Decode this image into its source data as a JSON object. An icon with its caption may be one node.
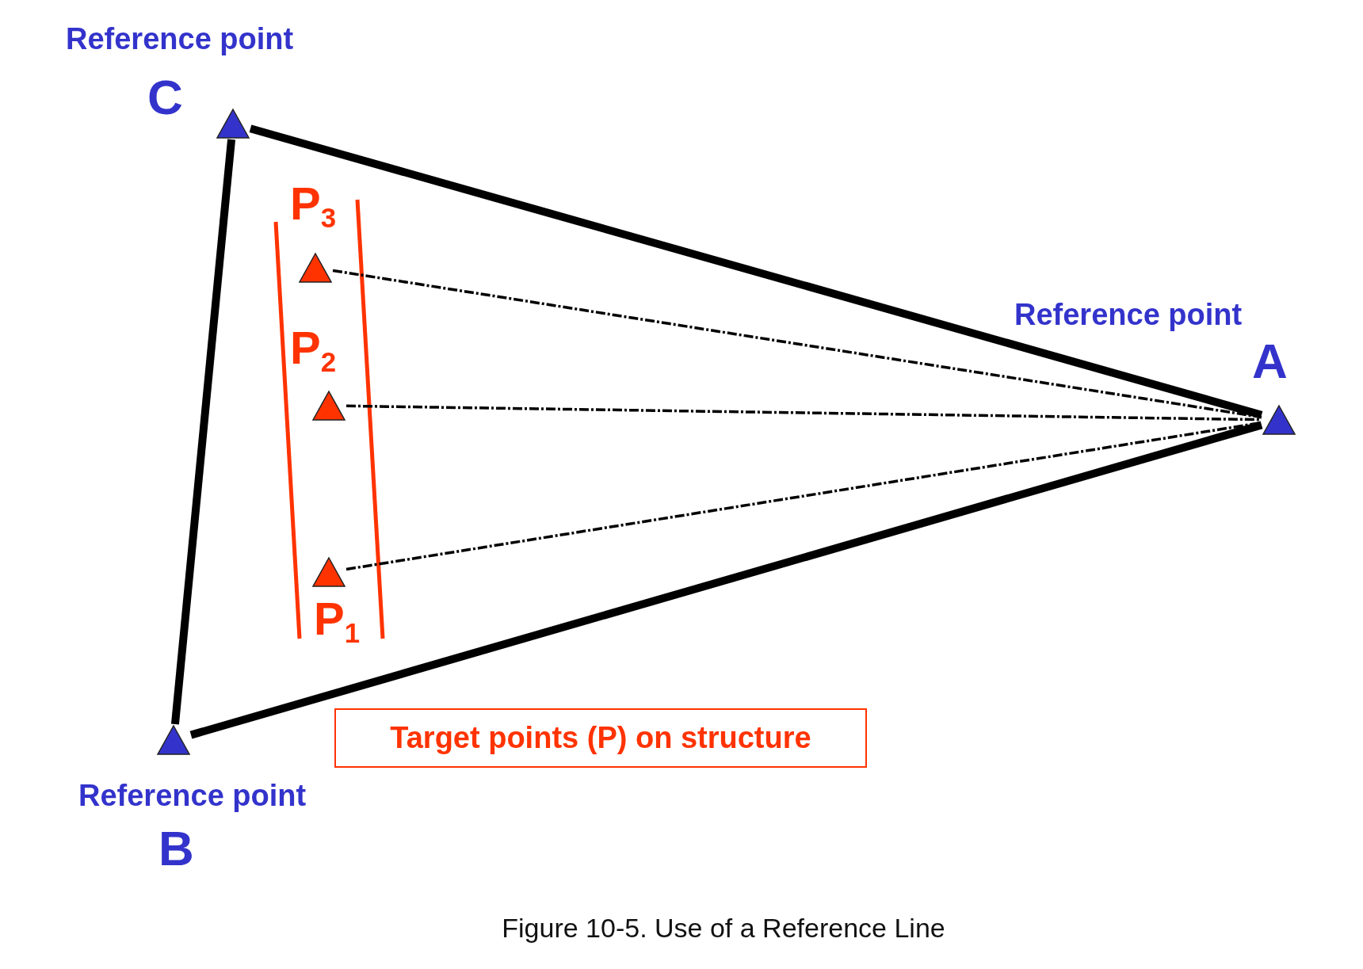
{
  "diagram": {
    "caption": "Figure 10-5.  Use of a Reference Line",
    "nodes": [
      {
        "text": [],
        "shape": "triangle",
        "beside": [
          "Reference point",
          "C"
        ]
      },
      {
        "text": [],
        "shape": "triangle",
        "beside": [
          "Reference point",
          "B"
        ]
      },
      {
        "text": [],
        "shape": "triangle",
        "beside": [
          "Reference point",
          "A"
        ]
      },
      {
        "text": [],
        "shape": "triangle",
        "beside": [
          "P$_{3}$"
        ]
      },
      {
        "text": [],
        "shape": "triangle",
        "beside": [
          "P$_{2}$"
        ]
      },
      {
        "text": [],
        "shape": "triangle",
        "beside": [
          "P$_{1}$"
        ]
      },
      {
        "text": [
          "Target points (P) on structure"
        ]
      }
    ],
    "edges": [
      {
        "from": 0,
        "to": 2,
        "arrow": "none",
        "style": "thick"
      },
      {
        "from": 2,
        "to": 1,
        "arrow": "none",
        "style": "thick"
      },
      {
        "from": 1,
        "to": 0,
        "arrow": "none",
        "style": "thick"
      },
      {
        "from": 3,
        "to": 2,
        "arrow": "none",
        "style": "dashed"
      },
      {
        "from": 4,
        "to": 2,
        "arrow": "none",
        "style": "dashed"
      },
      {
        "from": 5,
        "to": 2,
        "arrow": "none",
        "style": "dashed"
      }
    ]
  }
}
